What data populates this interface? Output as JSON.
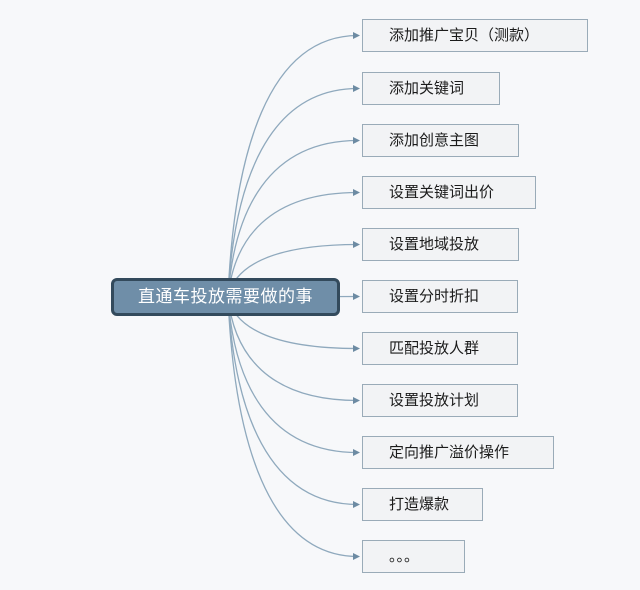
{
  "root": {
    "label": "直通车投放需要做的事"
  },
  "branches": [
    {
      "label": "添加推广宝贝（测款）"
    },
    {
      "label": "添加关键词"
    },
    {
      "label": "添加创意主图"
    },
    {
      "label": "设置关键词出价"
    },
    {
      "label": "设置地域投放"
    },
    {
      "label": "设置分时折扣"
    },
    {
      "label": "匹配投放人群"
    },
    {
      "label": "设置投放计划"
    },
    {
      "label": "定向推广溢价操作"
    },
    {
      "label": "打造爆款"
    },
    {
      "label": "。。。"
    }
  ],
  "colors": {
    "root_fill": "#6f8ea8",
    "root_border": "#334a5c",
    "node_fill": "#f2f3f5",
    "node_border": "#9aabb8",
    "connector": "#8fa9bd"
  }
}
